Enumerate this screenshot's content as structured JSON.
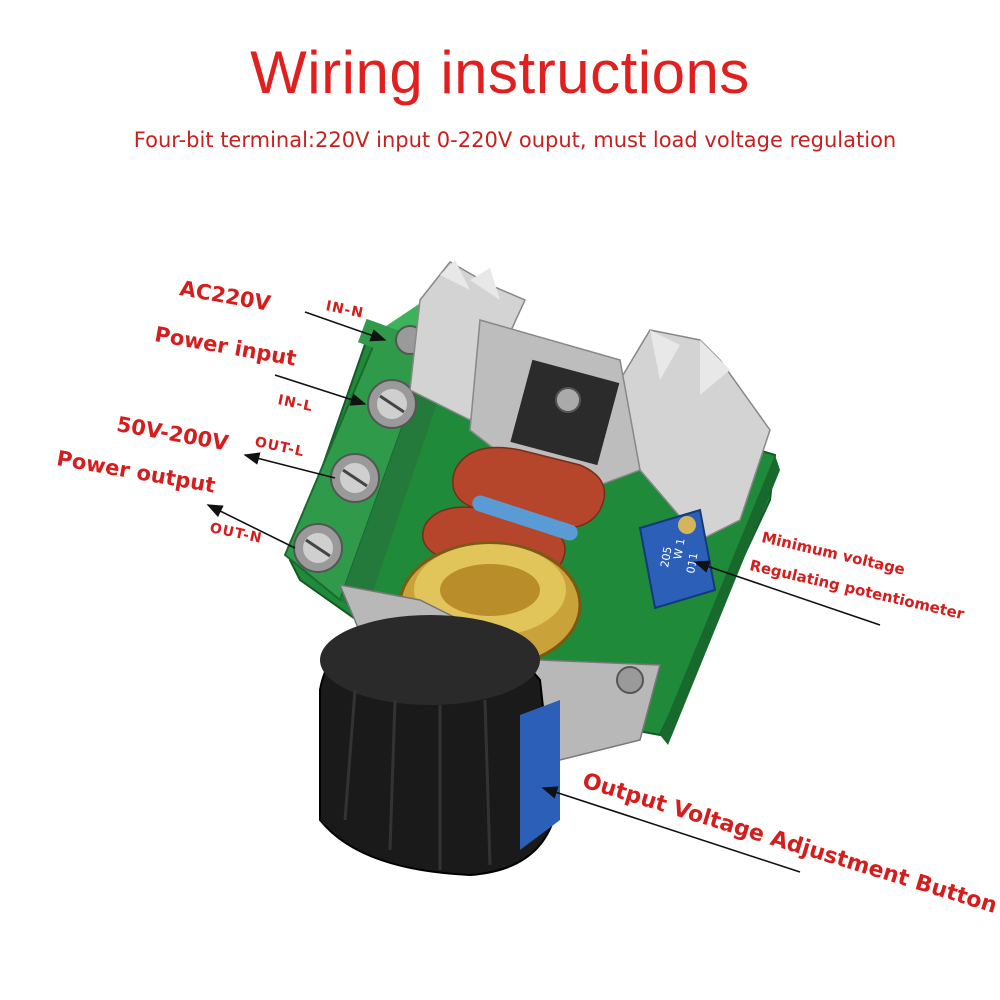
{
  "title": "Wiring instructions",
  "subtitle": "Four-bit terminal:220V input 0-220V ouput, must load voltage regulation",
  "labels": {
    "ac220v": "AC220V",
    "power_input": "Power input",
    "in_n": "IN-N",
    "in_l": "IN-L",
    "v50_200": "50V-200V",
    "power_output": "Power output",
    "out_l": "OUT-L",
    "out_n": "OUT-N",
    "min_voltage": "Minimum voltage",
    "reg_pot": "Regulating potentiometer",
    "output_adj": "Output Voltage  Adjustment  Button"
  },
  "pot_markings": [
    "205",
    "W 1",
    "011"
  ],
  "colors": {
    "text_red": "#d51d1d",
    "pcb_green": "#1f8a3a",
    "terminal_green": "#2f9a4a",
    "heatsink": "#cfcfcf",
    "capacitor": "#b5452b",
    "knob": "#1a1a1a",
    "pot_blue": "#2b5fb8"
  }
}
